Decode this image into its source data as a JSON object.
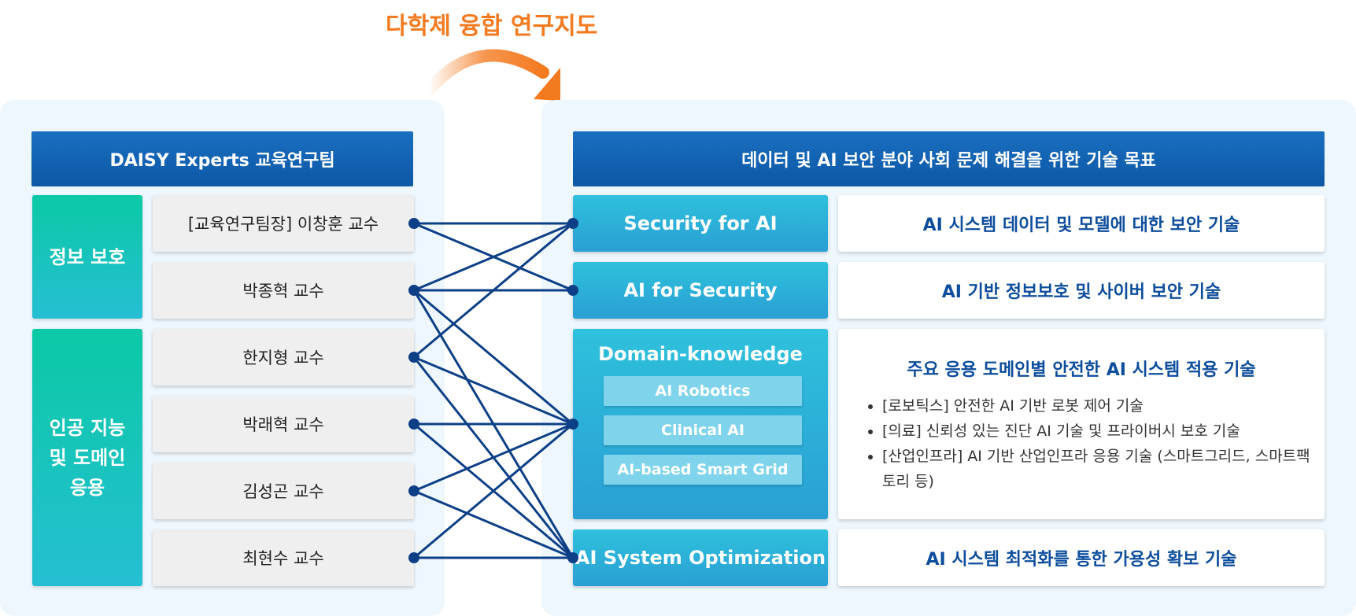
{
  "title": "다학제 융합 연구지도",
  "left_header": "DAISY Experts 교육연구팀",
  "right_header": "데이터 및 AI 보안 분야 사회 문제 해결을 위한 기술 목표",
  "categories": [
    {
      "label": "정보 보호"
    },
    {
      "label": "인공 지능\n및 도메인\n응용"
    }
  ],
  "professors": [
    {
      "label": "[교육연구팀장] 이창훈 교수"
    },
    {
      "label": "박종혁 교수"
    },
    {
      "label": "한지형 교수"
    },
    {
      "label": "박래혁 교수"
    },
    {
      "label": "김성곤 교수"
    },
    {
      "label": "최현수 교수"
    }
  ],
  "topics": [
    {
      "label": "Security for AI"
    },
    {
      "label": "AI for Security"
    },
    {
      "label": "Domain-knowledge",
      "subs": [
        "AI Robotics",
        "Clinical AI",
        "AI-based Smart Grid"
      ]
    },
    {
      "label": "AI System Optimization"
    }
  ],
  "descriptions": [
    {
      "label": "AI 시스템 데이터 및 모델에 대한 보안 기술"
    },
    {
      "label": "AI 기반 정보보호 및 사이버 보안 기술"
    },
    {
      "label": "주요 응용 도메인별 안전한 AI 시스템 적용 기술",
      "bullets": [
        "[로보틱스] 안전한 AI 기반 로봇 제어 기술",
        "[의료] 신뢰성 있는 진단 AI 기술 및 프라이버시 보호 기술",
        "[산업인프라] AI 기반 산업인프라 응용 기술 (스마트그리드, 스마트팩토리 등)"
      ]
    },
    {
      "label": "AI 시스템 최적화를 통한 가용성 확보 기술"
    }
  ],
  "links": [
    [
      0,
      0
    ],
    [
      0,
      1
    ],
    [
      1,
      0
    ],
    [
      1,
      1
    ],
    [
      1,
      2
    ],
    [
      1,
      3
    ],
    [
      2,
      0
    ],
    [
      2,
      2
    ],
    [
      2,
      3
    ],
    [
      3,
      2
    ],
    [
      3,
      3
    ],
    [
      4,
      2
    ],
    [
      4,
      3
    ],
    [
      5,
      2
    ],
    [
      5,
      3
    ]
  ],
  "colors": {
    "title": "#f47a20",
    "header": "#0d57a6",
    "category": "#0bc9a5",
    "topic": "#2ab3d8",
    "link": "#0d3f86",
    "panel": "#eef7fd"
  }
}
